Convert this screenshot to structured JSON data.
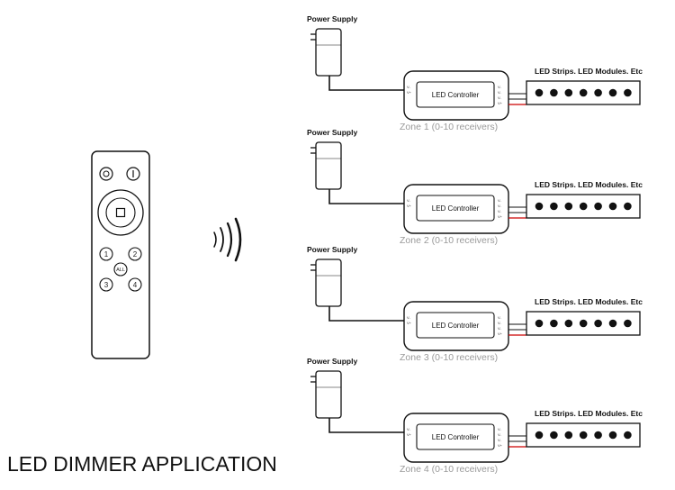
{
  "title": "LED DIMMER APPLICATION",
  "remote": {
    "buttons": [
      "1",
      "2",
      "ALL",
      "3",
      "4"
    ],
    "icons": [
      "power-off-icon",
      "power-on-icon",
      "stop-square-icon"
    ]
  },
  "signal_icon": "wireless-waves-icon",
  "zones": [
    {
      "power_supply": "Power Supply",
      "controller": "LED Controller",
      "zone": "Zone 1 (0-10 receivers)",
      "strip": "LED Strips.  LED Modules. Etc",
      "in_pins": [
        "V-",
        "V+"
      ],
      "out_pins": [
        "V-",
        "V-",
        "V-",
        "V+"
      ]
    },
    {
      "power_supply": "Power Supply",
      "controller": "LED Controller",
      "zone": "Zone 2 (0-10 receivers)",
      "strip": "LED Strips.  LED Modules. Etc",
      "in_pins": [
        "V-",
        "V+"
      ],
      "out_pins": [
        "V-",
        "V-",
        "V-",
        "V+"
      ]
    },
    {
      "power_supply": "Power Supply",
      "controller": "LED Controller",
      "zone": "Zone 3 (0-10 receivers)",
      "strip": "LED Strips.  LED Modules. Etc",
      "in_pins": [
        "V-",
        "V+"
      ],
      "out_pins": [
        "V-",
        "V-",
        "V-",
        "V+"
      ]
    },
    {
      "power_supply": "Power Supply",
      "controller": "LED Controller",
      "zone": "Zone 4 (0-10 receivers)",
      "strip": "LED Strips.  LED Modules. Etc",
      "in_pins": [
        "V-",
        "V+"
      ],
      "out_pins": [
        "V-",
        "V-",
        "V-",
        "V+"
      ]
    }
  ],
  "colors": {
    "line": "#111111",
    "zone_text": "#9a9a9a",
    "wire_red": "#cc0000"
  }
}
